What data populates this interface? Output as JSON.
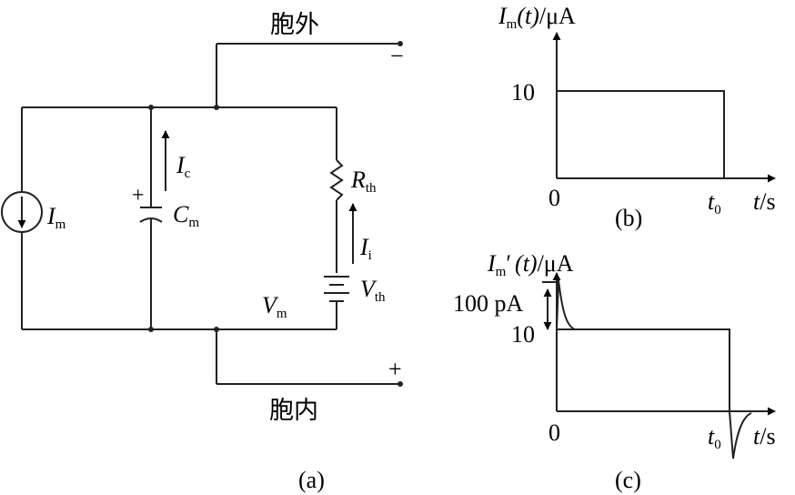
{
  "circuit": {
    "outside_label": "胞外",
    "inside_label": "胞内",
    "minus_terminal": "−",
    "plus_terminal": "+",
    "current_source": {
      "symbol": "I",
      "sub": "m"
    },
    "capacitor": {
      "symbol": "C",
      "sub": "m",
      "polarity": "+"
    },
    "cap_current": {
      "symbol": "I",
      "sub": "c"
    },
    "resistor": {
      "symbol": "R",
      "sub": "th"
    },
    "ion_current": {
      "symbol": "I",
      "sub": "i"
    },
    "battery": {
      "symbol": "V",
      "sub": "th"
    },
    "membrane_voltage": {
      "symbol": "V",
      "sub": "m"
    },
    "caption": "(a)"
  },
  "chart_b": {
    "ylabel": {
      "symbol": "I",
      "sub": "m",
      "arg": "(t)",
      "unit": "/μA"
    },
    "y_tick": "10",
    "x_origin": "0",
    "x_mark": {
      "symbol": "t",
      "sub": "0"
    },
    "xlabel": {
      "symbol": "t",
      "unit": "/s"
    },
    "caption": "(b)"
  },
  "chart_c": {
    "ylabel": {
      "symbol": "I",
      "sub": "m",
      "prime": "′",
      "arg": "(t)",
      "unit": "/μA"
    },
    "y_tick": "10",
    "spike_label": "100 pA",
    "x_origin": "0",
    "x_mark": {
      "symbol": "t",
      "sub": "0"
    },
    "xlabel": {
      "symbol": "t",
      "unit": "/s"
    },
    "caption": "(c)"
  },
  "chart_data": [
    {
      "type": "line",
      "x": [
        "0",
        "t0"
      ],
      "series": [
        {
          "values": [
            10,
            10
          ]
        }
      ],
      "shape": "rectangular pulse from 0 to t0"
    },
    {
      "type": "line",
      "x": [
        "0",
        "t0"
      ],
      "series": [
        {
          "values": [
            10,
            10
          ]
        }
      ],
      "shape": "rectangular pulse with 100 pA overshoot decaying after 0 and undershoot decaying after t0"
    }
  ]
}
